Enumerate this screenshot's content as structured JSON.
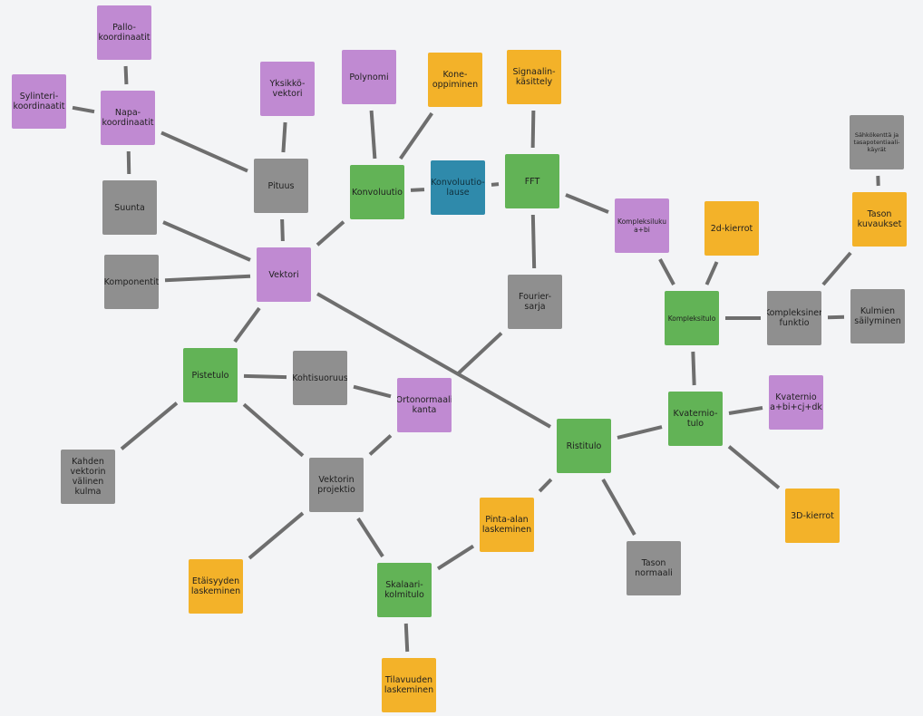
{
  "colors": {
    "purple": "#c08ad2",
    "gray": "#8f8f8f",
    "green": "#62b356",
    "orange": "#f3b229",
    "teal": "#2f8aab",
    "edge": "#6e6e6e",
    "background": "#f3f4f6"
  },
  "nodes": [
    {
      "id": "pallo",
      "label": "Pallo-\nkoordinaatit",
      "color": "purple"
    },
    {
      "id": "sylinteri",
      "label": "Sylinteri-\nkoordinaatit",
      "color": "purple"
    },
    {
      "id": "napa",
      "label": "Napa-\nkoordinaatit",
      "color": "purple"
    },
    {
      "id": "yksikko",
      "label": "Yksikkö-\nvektori",
      "color": "purple"
    },
    {
      "id": "polynomi",
      "label": "Polynomi",
      "color": "purple"
    },
    {
      "id": "kone",
      "label": "Kone-\noppiminen",
      "color": "orange"
    },
    {
      "id": "signaali",
      "label": "Signaalin-\nkäsittely",
      "color": "orange"
    },
    {
      "id": "suunta",
      "label": "Suunta",
      "color": "gray"
    },
    {
      "id": "pituus",
      "label": "Pituus",
      "color": "gray"
    },
    {
      "id": "konvoluutio",
      "label": "Konvoluutio",
      "color": "green"
    },
    {
      "id": "konvlause",
      "label": "Konvoluutio-\nlause",
      "color": "teal"
    },
    {
      "id": "fft",
      "label": "FFT",
      "color": "green"
    },
    {
      "id": "sahko",
      "label": "Sähkökenttä ja\ntasapotentiaali-\nkäyrät",
      "color": "gray",
      "size": "tiny"
    },
    {
      "id": "komplekslukuab",
      "label": "Kompleksiluku\na+bi",
      "color": "purple",
      "size": "small"
    },
    {
      "id": "kierrot2d",
      "label": "2d-kierrot",
      "color": "orange"
    },
    {
      "id": "tasonkuv",
      "label": "Tason\nkuvaukset",
      "color": "orange"
    },
    {
      "id": "komponentit",
      "label": "Komponentit",
      "color": "gray"
    },
    {
      "id": "vektori",
      "label": "Vektori",
      "color": "purple"
    },
    {
      "id": "fourier",
      "label": "Fourier-\nsarja",
      "color": "gray"
    },
    {
      "id": "kompleksitulo",
      "label": "Kompleksitulo",
      "color": "green",
      "size": "small"
    },
    {
      "id": "kompfunktio",
      "label": "Kompleksinen\nfunktio",
      "color": "gray"
    },
    {
      "id": "kulmien",
      "label": "Kulmien\nsäilyminen",
      "color": "gray"
    },
    {
      "id": "pistetulo",
      "label": "Pistetulo",
      "color": "green"
    },
    {
      "id": "kohtisuoruus",
      "label": "Kohtisuoruus",
      "color": "gray"
    },
    {
      "id": "ortonormaali",
      "label": "Ortonormaali\nkanta",
      "color": "purple"
    },
    {
      "id": "kvaterniotulo",
      "label": "Kvaternio-\ntulo",
      "color": "green"
    },
    {
      "id": "kvaternio",
      "label": "Kvaternio\na+bi+cj+dk",
      "color": "purple"
    },
    {
      "id": "ristitulo",
      "label": "Ristitulo",
      "color": "green"
    },
    {
      "id": "kahden",
      "label": "Kahden\nvektorin\nvälinen\nkulma",
      "color": "gray"
    },
    {
      "id": "projektio",
      "label": "Vektorin\nprojektio",
      "color": "gray"
    },
    {
      "id": "pintaala",
      "label": "Pinta-alan\nlaskeminen",
      "color": "orange"
    },
    {
      "id": "kierrot3d",
      "label": "3D-kierrot",
      "color": "orange"
    },
    {
      "id": "tasonnorm",
      "label": "Tason\nnormaali",
      "color": "gray"
    },
    {
      "id": "etaisyys",
      "label": "Etäisyyden\nlaskeminen",
      "color": "orange"
    },
    {
      "id": "skalaari",
      "label": "Skalaari-\nkolmitulo",
      "color": "green"
    },
    {
      "id": "tilavuus",
      "label": "Tilavuuden\nlaskeminen",
      "color": "orange"
    }
  ],
  "edges": [
    [
      "pallo",
      "napa"
    ],
    [
      "sylinteri",
      "napa"
    ],
    [
      "napa",
      "suunta"
    ],
    [
      "napa",
      "pituus"
    ],
    [
      "yksikko",
      "pituus"
    ],
    [
      "pituus",
      "vektori"
    ],
    [
      "suunta",
      "vektori"
    ],
    [
      "komponentit",
      "vektori"
    ],
    [
      "vektori",
      "konvoluutio"
    ],
    [
      "polynomi",
      "konvoluutio"
    ],
    [
      "kone",
      "konvoluutio"
    ],
    [
      "konvoluutio",
      "konvlause"
    ],
    [
      "konvlause",
      "fft"
    ],
    [
      "signaali",
      "fft"
    ],
    [
      "fft",
      "fourier"
    ],
    [
      "fft",
      "komplekslukuab"
    ],
    [
      "komplekslukuab",
      "kompleksitulo"
    ],
    [
      "kierrot2d",
      "kompleksitulo"
    ],
    [
      "kompleksitulo",
      "kompfunktio"
    ],
    [
      "kompfunktio",
      "kulmien"
    ],
    [
      "kompfunktio",
      "tasonkuv"
    ],
    [
      "tasonkuv",
      "sahko"
    ],
    [
      "kompleksitulo",
      "kvaterniotulo"
    ],
    [
      "kvaternio",
      "kvaterniotulo"
    ],
    [
      "kvaterniotulo",
      "kierrot3d"
    ],
    [
      "kvaterniotulo",
      "ristitulo"
    ],
    [
      "vektori",
      "ristitulo"
    ],
    [
      "fourier",
      "ortonormaali"
    ],
    [
      "vektori",
      "pistetulo"
    ],
    [
      "pistetulo",
      "kohtisuoruus"
    ],
    [
      "kohtisuoruus",
      "ortonormaali"
    ],
    [
      "pistetulo",
      "kahden"
    ],
    [
      "pistetulo",
      "projektio"
    ],
    [
      "ortonormaali",
      "projektio"
    ],
    [
      "projektio",
      "etaisyys"
    ],
    [
      "projektio",
      "skalaari"
    ],
    [
      "ristitulo",
      "pintaala"
    ],
    [
      "ristitulo",
      "tasonnorm"
    ],
    [
      "pintaala",
      "skalaari"
    ],
    [
      "skalaari",
      "tilavuus"
    ]
  ]
}
